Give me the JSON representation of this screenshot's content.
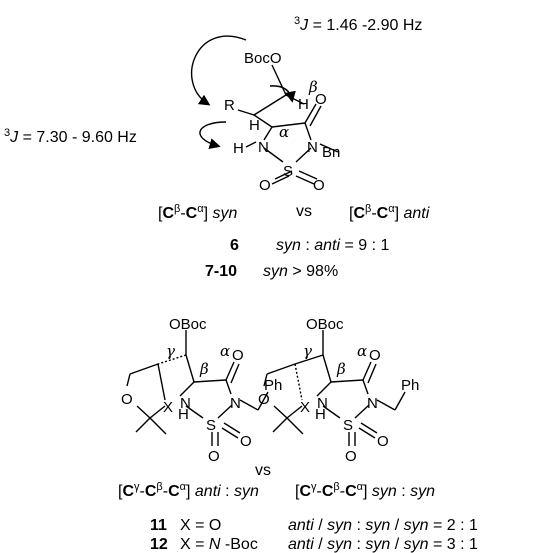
{
  "top": {
    "j_upper": {
      "sup": "3",
      "sym": "J",
      "text": " = 1.46 -2.90 Hz"
    },
    "j_lower": {
      "sup": "3",
      "sym": "J",
      "text": " = 7.30 - 9.60 Hz"
    },
    "mol1": {
      "boc_o": "BocO",
      "h_beta": "H",
      "beta": "β",
      "r": "R",
      "h1": "H",
      "alpha": "α",
      "o_carbonyl": "O",
      "n1": "N",
      "n2": "N",
      "bn": "Bn",
      "h_nh": "H",
      "s": "S",
      "o1": "O",
      "o2": "O"
    },
    "config_syn": {
      "open": "[",
      "c1": "C",
      "s1": "β",
      "dash": "-",
      "c2": "C",
      "s2": "α",
      "close": "]",
      "word": " syn"
    },
    "vs": "vs",
    "config_anti": {
      "open": "[",
      "c1": "C",
      "s1": "β",
      "dash": "-",
      "c2": "C",
      "s2": "α",
      "close": "]",
      "word": " anti"
    },
    "ratio6": {
      "num": "6",
      "a": "syn",
      "mid": " : ",
      "b": "anti",
      "val": " =  9 : 1"
    },
    "ratio7": {
      "num": "7-10",
      "a": "syn",
      "val": " > 98%"
    }
  },
  "bottom": {
    "mol_left": {
      "oboc": "OBoc",
      "gamma": "γ",
      "beta": "β",
      "alpha": "α",
      "o_carbonyl": "O",
      "ph": "Ph",
      "o_ring": "O",
      "x": "X",
      "h": "H",
      "n1": "N",
      "n2": "N",
      "s": "S",
      "o1": "O",
      "o2": "O"
    },
    "mol_right": {
      "oboc": "OBoc",
      "gamma": "γ",
      "beta": "β",
      "alpha": "α",
      "o_carbonyl": "O",
      "ph": "Ph",
      "o_ring": "O",
      "x": "X",
      "h": "H",
      "n1": "N",
      "n2": "N",
      "s": "S",
      "o1": "O",
      "o2": "O"
    },
    "vs": "vs",
    "config_left": {
      "open": "[",
      "c1": "C",
      "s1": "γ",
      "d1": "-",
      "c2": "C",
      "s2": "β",
      "d2": "-",
      "c3": "C",
      "s3": "α",
      "close": "]",
      "w1": "anti",
      "sep": " : ",
      "w2": "syn"
    },
    "config_right": {
      "open": "[",
      "c1": "C",
      "s1": "γ",
      "d1": "-",
      "c2": "C",
      "s2": "β",
      "d2": "-",
      "c3": "C",
      "s3": "α",
      "close": "]",
      "w1": "syn",
      "sep": " : ",
      "w2": "syn"
    },
    "ratio11": {
      "num": "11",
      "x": "X = O",
      "r1": "anti",
      "s1": " / ",
      "r2": "syn",
      "s2": " : ",
      "r3": "syn",
      "s3": " / ",
      "r4": "syn",
      "val": " = 2 : 1"
    },
    "ratio12": {
      "num": "12",
      "x1": "X = ",
      "x2": "N",
      "x3": " -Boc",
      "r1": "anti",
      "s1": " / ",
      "r2": "syn",
      "s2": " : ",
      "r3": "syn",
      "s3": " / ",
      "r4": "syn",
      "val": " = 3 : 1"
    }
  }
}
